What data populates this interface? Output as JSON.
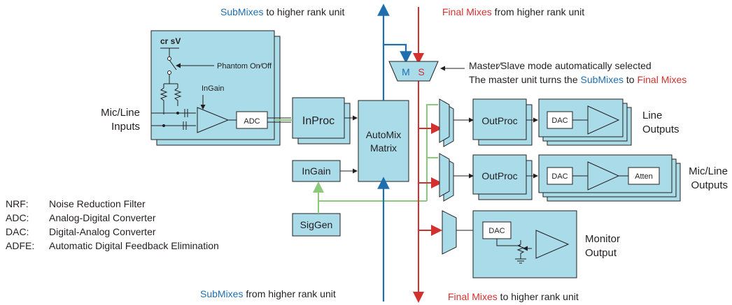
{
  "top": {
    "submix_word": "SubMixes",
    "submix_rest": " to higher rank unit",
    "final_word": "Final Mixes",
    "final_rest": " from higher rank unit"
  },
  "bottom": {
    "submix_word": "SubMixes",
    "submix_rest": " from higher rank unit",
    "final_word": "Final Mixes",
    "final_rest": " to higher rank unit"
  },
  "master_slave": {
    "m_label": "M",
    "s_label": "S",
    "line1": "Master∕Slave mode automatically selected",
    "line2_a": "The master unit turns the ",
    "line2_sub": "SubMixes",
    "line2_b": " to ",
    "line2_final": "Final Mixes"
  },
  "input_block": {
    "phantom_v": "cr sV",
    "phantom_label": "Phantom On∕Off",
    "ingain_label": "InGain",
    "adc_label": "ADC"
  },
  "labels": {
    "mic_line_1": "Mic/Line",
    "mic_line_2": "Inputs",
    "inproc": "InProc",
    "automix_1": "AutoMix",
    "automix_2": "Matrix",
    "ingain": "InGain",
    "siggen": "SigGen",
    "outproc_1": "OutProc",
    "outproc_2": "OutProc",
    "dac_1": "DAC",
    "dac_2": "DAC",
    "dac_3": "DAC",
    "atten": "Atten",
    "line_out_1": "Line",
    "line_out_2": "Outputs",
    "micline_out_1": "Mic/Line",
    "micline_out_2": "Outputs",
    "monitor_1": "Monitor",
    "monitor_2": "Output"
  },
  "legend": [
    {
      "abbr": "NRF:",
      "desc": "Noise Reduction Filter"
    },
    {
      "abbr": "ADC:",
      "desc": "Analog-Digital Converter"
    },
    {
      "abbr": "DAC:",
      "desc": "Digital-Analog Converter"
    },
    {
      "abbr": "ADFE:",
      "desc": "Automatic Digital Feedback Elimination"
    }
  ],
  "colors": {
    "block_fill": "#a9dbe8",
    "submix_blue": "#1f6fb0",
    "final_red": "#d2312f",
    "siggen_green": "#8cc97a"
  }
}
